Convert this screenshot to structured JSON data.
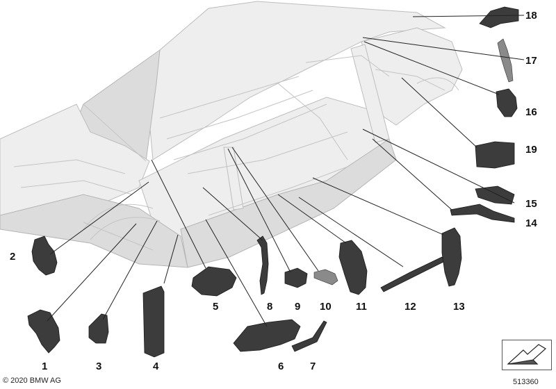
{
  "footer": {
    "copyright": "© 2020 BMW AG",
    "diagram_id": "513360"
  },
  "callouts": [
    "1",
    "2",
    "3",
    "4",
    "5",
    "6",
    "7",
    "8",
    "9",
    "10",
    "11",
    "12",
    "13",
    "14",
    "15",
    "16",
    "17",
    "18",
    "19"
  ],
  "colors": {
    "part": "#3c3c3c",
    "body": "#eeeeee",
    "leader": "#222222"
  },
  "icons": {
    "navigation": "arrow-down-left-icon"
  }
}
